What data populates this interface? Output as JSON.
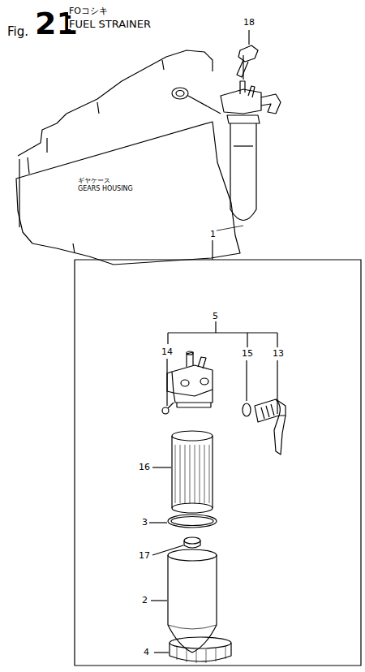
{
  "diagram": {
    "nodes": [
      {
        "text": [
          "ギヤケース",
          "GEARS HOUSING"
        ]
      }
    ],
    "labels": [
      "Fig.",
      "21",
      "FOコシキ",
      "FUEL STRAINER",
      "18",
      "1",
      "5",
      "14",
      "15",
      "13",
      "16",
      "3",
      "17",
      "2",
      "4"
    ]
  }
}
